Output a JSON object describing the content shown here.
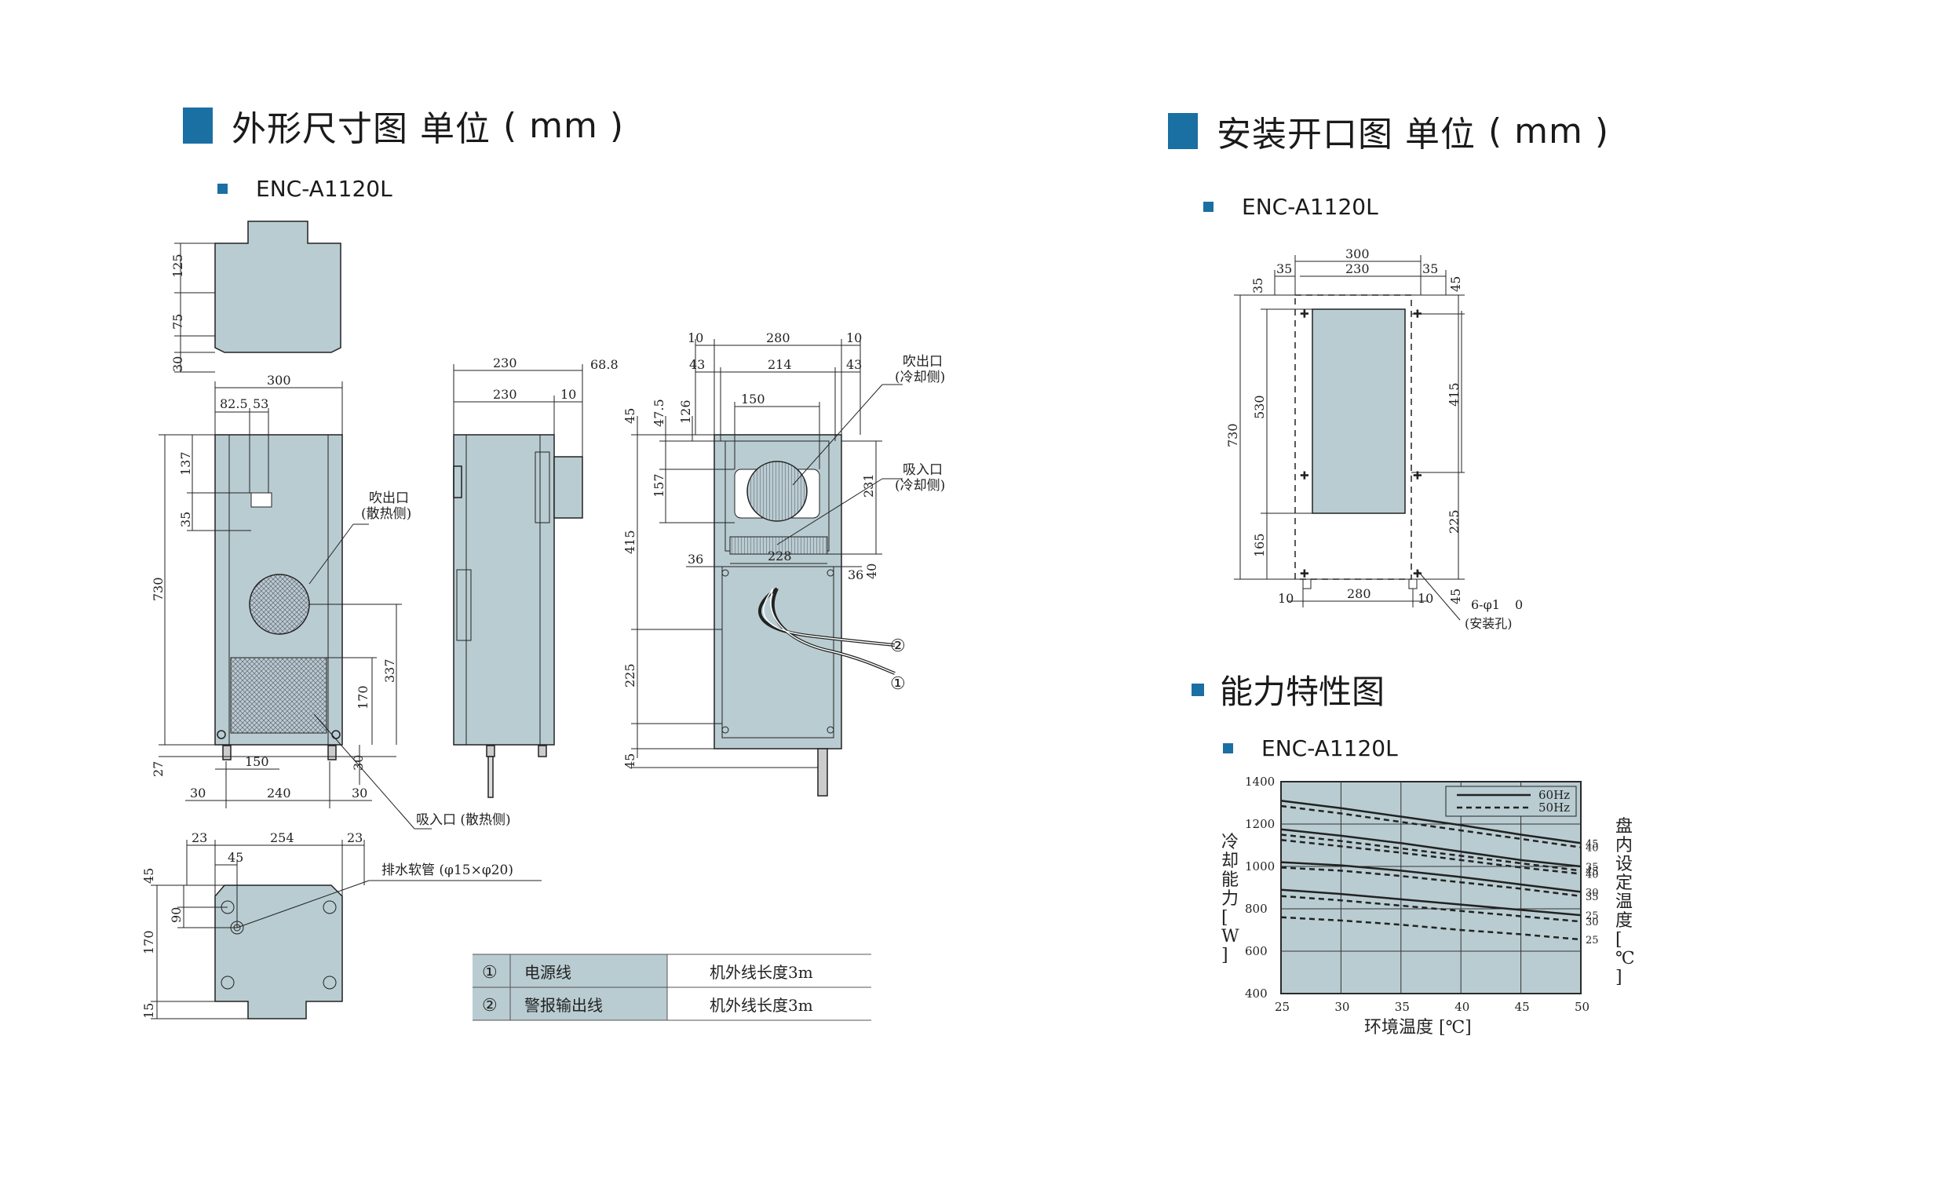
{
  "sections": {
    "left_title": "外形尺寸图 单位",
    "left_unit": "( mm )",
    "left_model": "ENC-A1120L",
    "right_title": "安装开口图 单位",
    "right_unit": "( mm )",
    "right_model": "ENC-A1120L",
    "capability_title": "能力特性图",
    "capability_model": "ENC-A1120L"
  },
  "top_view_dims": [
    "125",
    "75",
    "30"
  ],
  "front_view_dims": [
    "300",
    "82.5",
    "53",
    "137",
    "35",
    "730",
    "337",
    "170",
    "27",
    "150",
    "30",
    "30",
    "240",
    "30"
  ],
  "front_view_labels": {
    "outlet_a": "吹出口",
    "outlet_b": "(散热侧)",
    "inlet": "吸入口 (散热侧)"
  },
  "side_view_dims": [
    "230",
    "68.8",
    "230",
    "10"
  ],
  "rear_view_dims": [
    "10",
    "280",
    "10",
    "43",
    "214",
    "43",
    "150",
    "45",
    "47.5",
    "126",
    "157",
    "231",
    "36",
    "228",
    "36",
    "40",
    "415",
    "225",
    "45"
  ],
  "rear_view_labels": {
    "outlet_a": "吹出口",
    "outlet_b": "(冷却侧)",
    "inlet_a": "吸入口",
    "inlet_b": "(冷却侧)",
    "c1": "②",
    "c2": "①"
  },
  "bottom_view_dims": [
    "23",
    "254",
    "23",
    "45",
    "45",
    "90",
    "170",
    "15"
  ],
  "bottom_view_labels": {
    "drain": "排水软管 (φ15×φ20)"
  },
  "cable_table": [
    {
      "no": "①",
      "name": "电源线",
      "desc": "机外线长度3m"
    },
    {
      "no": "②",
      "name": "警报输出线",
      "desc": "机外线长度3m"
    }
  ],
  "cutout_dims": [
    "300",
    "35",
    "230",
    "35",
    "35",
    "45",
    "730",
    "530",
    "415",
    "165",
    "225",
    "45",
    "10",
    "280",
    "10"
  ],
  "cutout_labels": {
    "holes": "6-φ1",
    "zero": "0",
    "holes_note": "(安装孔)"
  },
  "colors": {
    "accent": "#1a6fa3",
    "panel": "#b9ccd1",
    "plot": "#b9ccd1",
    "line": "#222222"
  },
  "chart_data": {
    "type": "line",
    "xlabel": "环境温度 [℃]",
    "ylabel": "冷却能力 [W]",
    "right_label": "盘内设定温度 [℃]",
    "xlim": [
      25,
      50
    ],
    "ylim": [
      400,
      1400
    ],
    "x_ticks": [
      "25",
      "30",
      "35",
      "40",
      "45",
      "50"
    ],
    "y_ticks": [
      "400",
      "600",
      "800",
      "1000",
      "1200",
      "1400"
    ],
    "legend": [
      "60Hz",
      "50Hz"
    ],
    "legend_position": "top-right",
    "grid": true,
    "series": [
      {
        "name": "60Hz",
        "label": "45",
        "x": [
          25,
          30,
          35,
          40,
          45,
          50
        ],
        "y": [
          1310,
          1275,
          1235,
          1195,
          1150,
          1110
        ]
      },
      {
        "name": "50Hz",
        "label": "40",
        "x": [
          25,
          30,
          35,
          40,
          45,
          50
        ],
        "y": [
          1285,
          1250,
          1210,
          1170,
          1130,
          1090
        ]
      },
      {
        "name": "60Hz",
        "label": "35",
        "x": [
          25,
          30,
          35,
          40,
          45,
          50
        ],
        "y": [
          1175,
          1145,
          1110,
          1070,
          1030,
          1000
        ]
      },
      {
        "name": "50Hz",
        "label": "45",
        "x": [
          25,
          30,
          35,
          40,
          45,
          50
        ],
        "y": [
          1150,
          1120,
          1085,
          1050,
          1015,
          980
        ]
      },
      {
        "name": "50Hz",
        "label": "40",
        "x": [
          25,
          30,
          35,
          40,
          45,
          50
        ],
        "y": [
          1125,
          1095,
          1065,
          1030,
          995,
          965
        ]
      },
      {
        "name": "60Hz",
        "label": "30",
        "x": [
          25,
          30,
          35,
          40,
          45,
          50
        ],
        "y": [
          1020,
          1005,
          980,
          950,
          915,
          880
        ]
      },
      {
        "name": "50Hz",
        "label": "35",
        "x": [
          25,
          30,
          35,
          40,
          45,
          50
        ],
        "y": [
          995,
          980,
          955,
          925,
          895,
          860
        ]
      },
      {
        "name": "60Hz",
        "label": "25",
        "x": [
          25,
          30,
          35,
          40,
          45,
          50
        ],
        "y": [
          890,
          870,
          845,
          820,
          795,
          770
        ]
      },
      {
        "name": "50Hz",
        "label": "30",
        "x": [
          25,
          30,
          35,
          40,
          45,
          50
        ],
        "y": [
          860,
          840,
          815,
          790,
          765,
          740
        ]
      },
      {
        "name": "50Hz",
        "label": "25",
        "x": [
          25,
          30,
          35,
          40,
          45,
          50
        ],
        "y": [
          760,
          745,
          725,
          700,
          680,
          655
        ]
      }
    ]
  }
}
